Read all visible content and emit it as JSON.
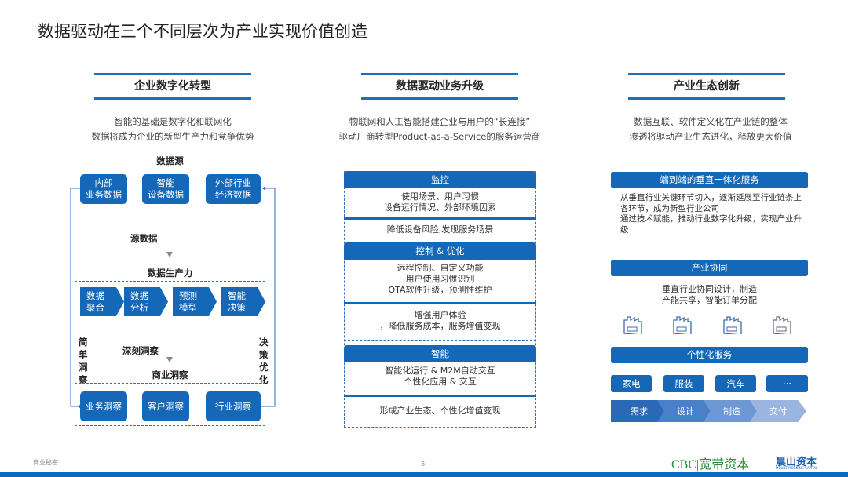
{
  "title": "数据驱动在三个不同层次为产业实现价值创造",
  "col1": {
    "header": "企业数字化转型",
    "sub1": "智能的基础是数字化和联网化",
    "sub2": "数据将成为企业的新型生产力和竞争优势",
    "source_label": "数据源",
    "sources": [
      "内部\n业务数据",
      "智能\n设备数据",
      "外部行业\n经济数据"
    ],
    "arrow1": "源数据",
    "prod_label": "数据生产力",
    "steps": [
      "数据\n聚合",
      "数据\n分析",
      "预测\n模型",
      "智能\n决策"
    ],
    "arrow2": "深刻洞察",
    "left_vertical": "简单洞察",
    "right_vertical": "决策优化",
    "insight_label": "商业洞察",
    "insights": [
      "业务洞察",
      "客户洞察",
      "行业洞察"
    ]
  },
  "col2": {
    "header": "数据驱动业务升级",
    "sub1": "物联网和人工智能搭建企业与用户的“长连接”",
    "sub2": "驱动厂商转型Product-as-a-Service的服务运营商",
    "sections": [
      {
        "title": "监控",
        "detail": "使用场景、用户习惯\n设备运行情况、外部环境因素",
        "value": "降低设备风险,发现服务场景"
      },
      {
        "title": "控制  & 优化",
        "detail": "远程控制、自定义功能\n用户使用习惯识别\nOTA软件升级，预测性维护",
        "value": "增强用户体验\n，降低服务成本，服务增值变现"
      },
      {
        "title": "智能",
        "detail": "智能化运行 & M2M自动交互\n个性化应用 & 交互",
        "value": "形成产业生态、个性化增值变现"
      }
    ]
  },
  "col3": {
    "header": "产业生态创新",
    "sub1": "数据互联、软件定义化在产业链的整体",
    "sub2": "渗透将驱动产业生态进化，释放更大价值",
    "s1_title": "端到端的垂直一体化服务",
    "s1_text": "从垂直行业关键环节切入，逐渐延展至行业链条上各环节，成为新型行业公司\n通过技术赋能，推动行业数字化升级，实现产业升级",
    "s2_title": "产业协同",
    "s2_text": "垂直行业协同设计，制造\n产能共享，智能订单分配",
    "s3_title": "个性化服务",
    "industries": [
      "家电",
      "服装",
      "汽车",
      "···"
    ],
    "flow": [
      "需求",
      "设计",
      "制造",
      "交付"
    ]
  },
  "footer": {
    "confidential": "商业秘密",
    "page": "8",
    "logo1": "CBC|宽带资本",
    "logo2": "晨山资本",
    "logo2_sub": "MOUNT MORNING CAPITAL"
  },
  "colors": {
    "accent": "#1568b8",
    "footer_band": "#0a6bc0"
  }
}
